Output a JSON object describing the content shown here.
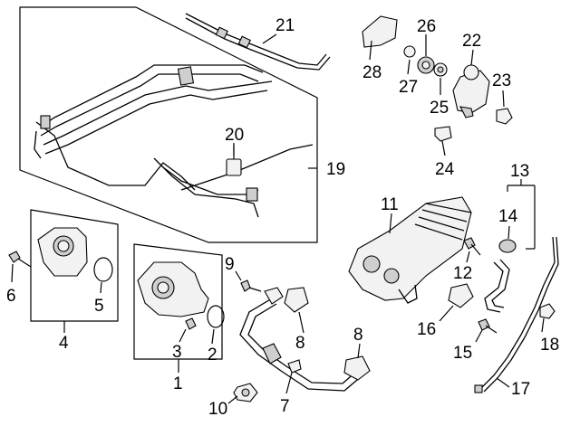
{
  "diagram": {
    "callouts": [
      {
        "id": "c1",
        "text": "1"
      },
      {
        "id": "c2",
        "text": "2"
      },
      {
        "id": "c3",
        "text": "3"
      },
      {
        "id": "c4",
        "text": "4"
      },
      {
        "id": "c5",
        "text": "5"
      },
      {
        "id": "c6",
        "text": "6"
      },
      {
        "id": "c7",
        "text": "7"
      },
      {
        "id": "c8a",
        "text": "8"
      },
      {
        "id": "c8b",
        "text": "8"
      },
      {
        "id": "c9",
        "text": "9"
      },
      {
        "id": "c10",
        "text": "10"
      },
      {
        "id": "c11",
        "text": "11"
      },
      {
        "id": "c12",
        "text": "12"
      },
      {
        "id": "c13",
        "text": "13"
      },
      {
        "id": "c14",
        "text": "14"
      },
      {
        "id": "c15",
        "text": "15"
      },
      {
        "id": "c16",
        "text": "16"
      },
      {
        "id": "c17",
        "text": "17"
      },
      {
        "id": "c18",
        "text": "18"
      },
      {
        "id": "c19",
        "text": "19"
      },
      {
        "id": "c20",
        "text": "20"
      },
      {
        "id": "c21",
        "text": "21"
      },
      {
        "id": "c22",
        "text": "22"
      },
      {
        "id": "c23",
        "text": "23"
      },
      {
        "id": "c24",
        "text": "24"
      },
      {
        "id": "c25",
        "text": "25"
      },
      {
        "id": "c26",
        "text": "26"
      },
      {
        "id": "c27",
        "text": "27"
      },
      {
        "id": "c28",
        "text": "28"
      }
    ]
  }
}
